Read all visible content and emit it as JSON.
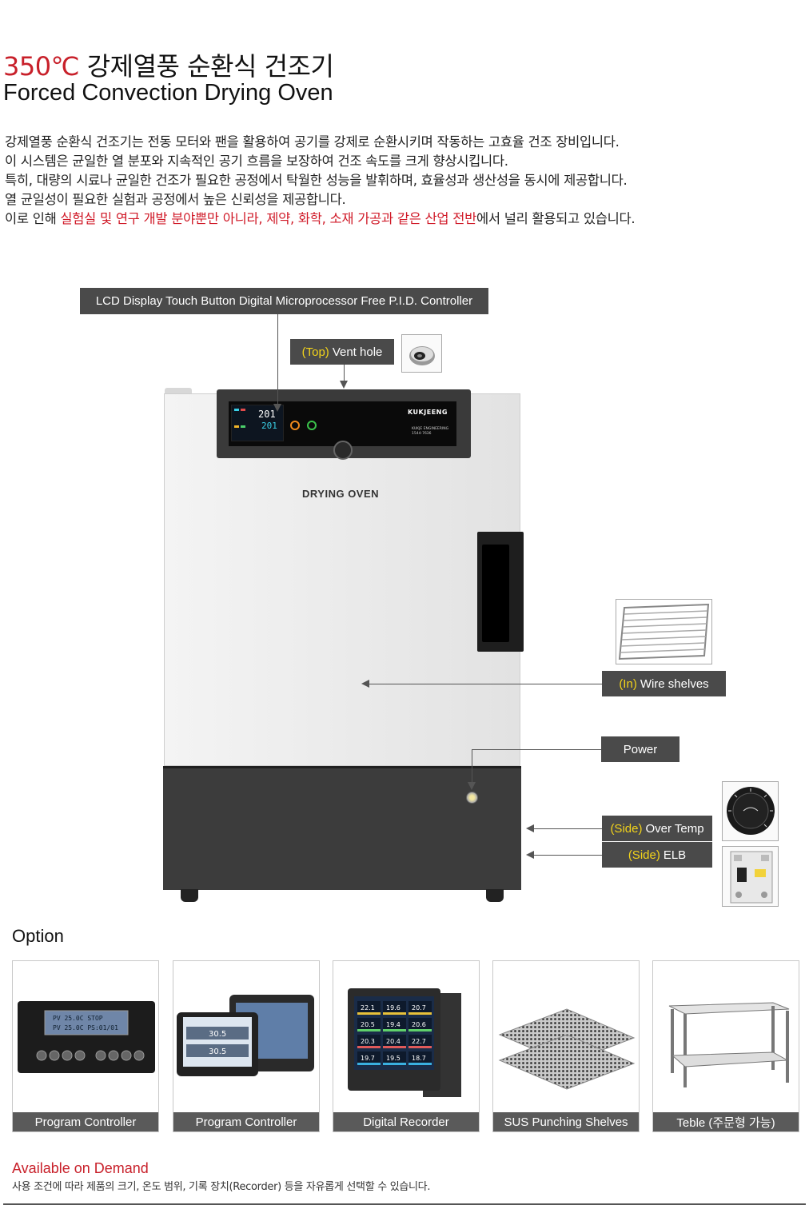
{
  "header": {
    "title_accent": "350℃",
    "title_ko": " 강제열풍 순환식 건조기",
    "title_en": "Forced Convection Drying Oven"
  },
  "description": {
    "line1": "강제열풍 순환식 건조기는 전동 모터와 팬을 활용하여 공기를 강제로 순환시키며 작동하는 고효율 건조 장비입니다.",
    "line2": "이 시스템은 균일한 열 분포와 지속적인 공기 흐름을 보장하여 건조 속도를 크게 향상시킵니다.",
    "line3": "특히, 대량의 시료나 균일한 건조가 필요한 공정에서 탁월한 성능을 발휘하며, 효율성과 생산성을 동시에 제공합니다.",
    "line4": "열 균일성이 필요한 실험과 공정에서 높은 신뢰성을 제공합니다.",
    "line5_pre": "이로 인해 ",
    "line5_red": "실험실 및 연구 개발 분야뿐만 아니라, 제약, 화학, 소재 가공과 같은 산업 전반",
    "line5_post": "에서 널리 활용되고 있습니다."
  },
  "callouts": {
    "controller": "LCD Display Touch Button Digital Microprocessor Free P.I.D. Controller",
    "vent_prefix": "(Top)",
    "vent": "Vent hole",
    "shelves_prefix": "(In)",
    "shelves": "Wire shelves",
    "power": "Power",
    "overtemp_prefix": "(Side)",
    "overtemp": "Over Temp",
    "elb_prefix": "(Side)",
    "elb": "ELB"
  },
  "oven": {
    "name": "DRYING OVEN",
    "lcd_pv": "201",
    "lcd_sv": "201",
    "brand": "KUKJEENG",
    "brand_sub1": "KUKJE ENGINEERING",
    "brand_sub2": "1544-7636"
  },
  "options": {
    "title": "Option",
    "items": [
      {
        "label": "Program Controller",
        "screen1": "PV  25.0C  STOP",
        "screen2": "PV  25.0C  PS:01/01"
      },
      {
        "label": "Program Controller",
        "value1": "30.5",
        "value2": "30.5"
      },
      {
        "label": "Digital Recorder",
        "values": [
          "22.1",
          "19.6",
          "20.7",
          "20.5",
          "19.4",
          "20.6",
          "20.3",
          "20.4",
          "22.7",
          "19.7",
          "19.5",
          "18.7"
        ]
      },
      {
        "label": "SUS Punching Shelves"
      },
      {
        "label": "Teble (주문형 가능)"
      }
    ]
  },
  "available": {
    "title": "Available on Demand",
    "desc": "사용 조건에 따라 제품의 크기, 온도 범위, 기록 장치(Recorder) 등을 자유롭게 선택할 수 있습니다."
  },
  "colors": {
    "accent_red": "#c8202a",
    "label_bg": "#4a4a4a",
    "label_highlight": "#f3d41a"
  }
}
